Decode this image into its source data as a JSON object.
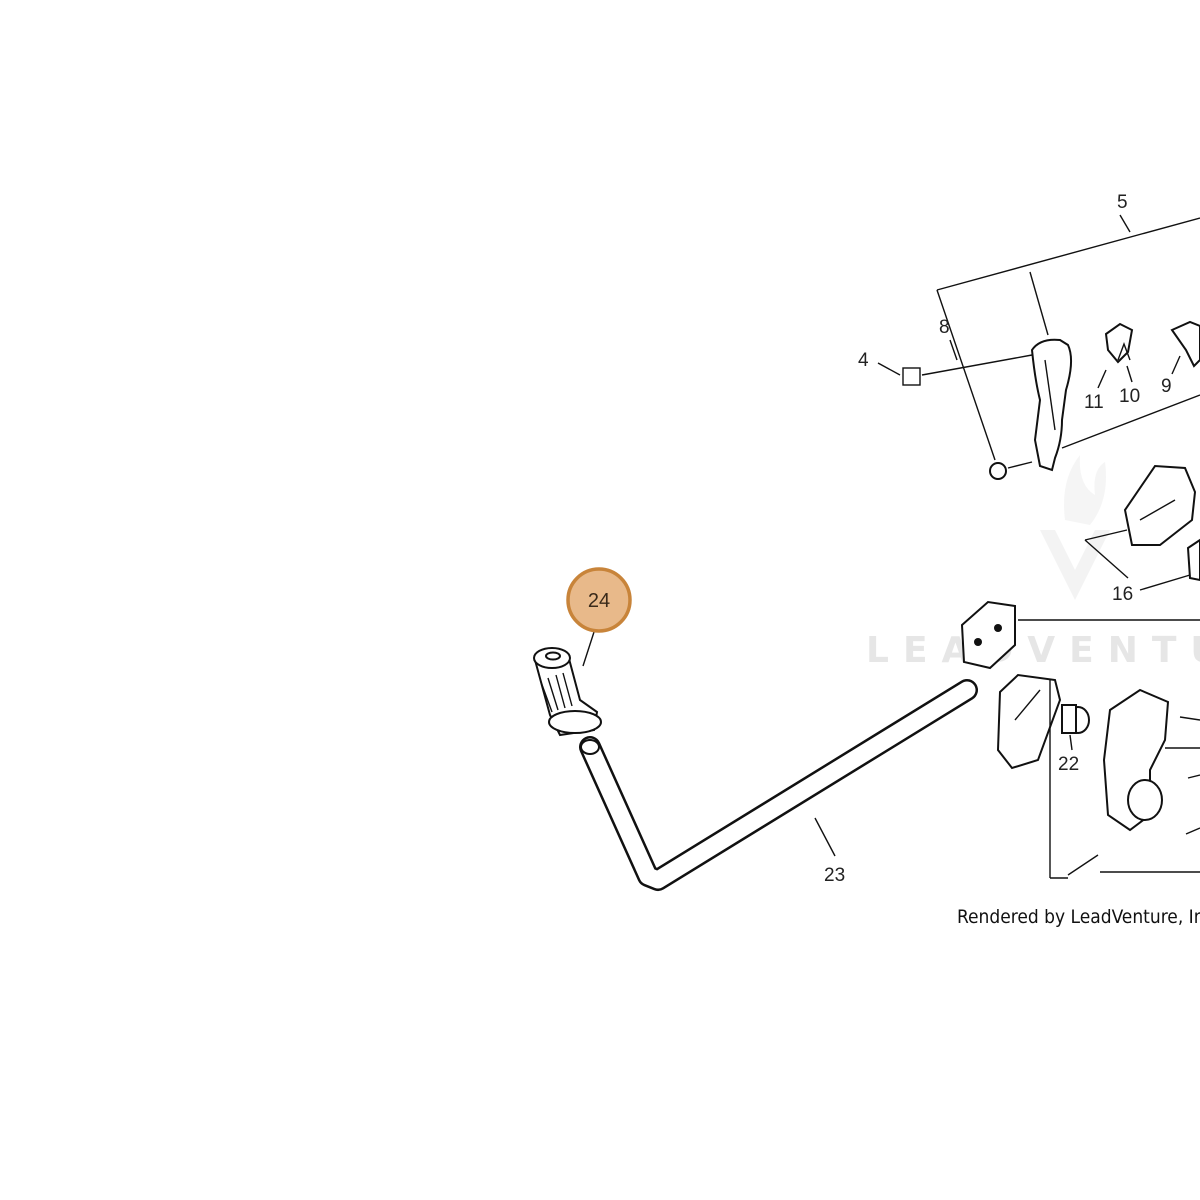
{
  "diagram": {
    "highlighted_callout": "24",
    "highlight_color": "#e8b98a",
    "highlight_ring_color": "#c8843a",
    "labels": {
      "p5": "5",
      "p8": "8",
      "p4": "4",
      "p11": "11",
      "p10": "10",
      "p9": "9",
      "p16": "16",
      "p22": "22",
      "p23": "23"
    },
    "watermark": "LEADVENTURE",
    "credit": "Rendered by LeadVenture, Inc"
  }
}
